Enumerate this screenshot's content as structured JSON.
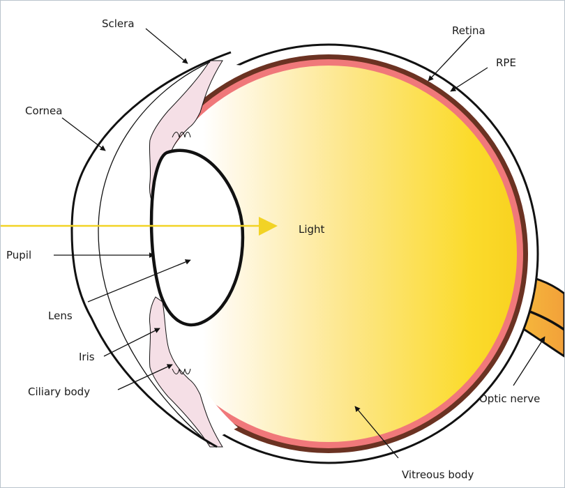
{
  "labels": {
    "sclera": "Sclera",
    "retina": "Retina",
    "rpe": "RPE",
    "cornea": "Cornea",
    "light": "Light",
    "pupil": "Pupil",
    "lens": "Lens",
    "iris": "Iris",
    "ciliary_body": "Ciliary body",
    "optic_nerve": "Optic nerve",
    "vitreous_body": "Vitreous body"
  },
  "colors": {
    "vitreous_light": "#ffffff",
    "vitreous_dark": "#fbdb2c",
    "retina": "#f0787a",
    "rpe": "#6b3222",
    "optic_nerve": "#f3a33a",
    "iris_ciliary": "#f5dfe6",
    "light_ray": "#f2d325",
    "outline": "#111111"
  }
}
